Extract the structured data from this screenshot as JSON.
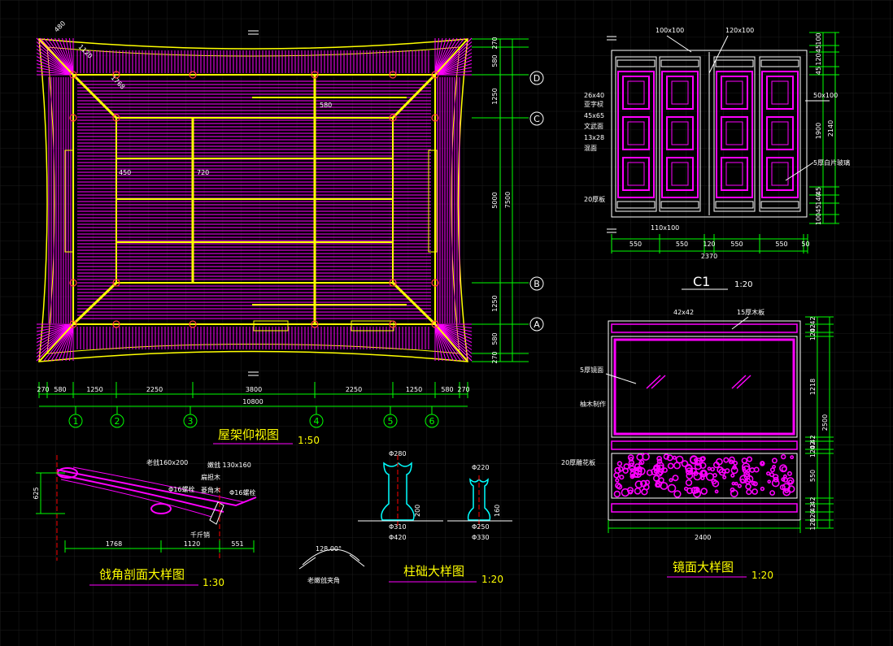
{
  "titles": {
    "roof_plan": "屋架仰视图",
    "roof_plan_scale": "1:50",
    "corner_section": "戗角剖面大样图",
    "corner_section_scale": "1:30",
    "column_base": "柱础大样图",
    "column_base_scale": "1:20",
    "mirror": "镜面大样图",
    "mirror_scale": "1:20",
    "panel_id": "C1",
    "panel_scale": "1:20"
  },
  "roof_plan": {
    "axes_x": [
      "1",
      "2",
      "3",
      "4",
      "5",
      "6"
    ],
    "axes_y": [
      "D",
      "C",
      "B",
      "A"
    ],
    "dims_bottom": [
      "270",
      "580",
      "1250",
      "2250",
      "3800",
      "2250",
      "1250",
      "580",
      "270"
    ],
    "total_width": "10800",
    "dims_right": [
      "270",
      "580",
      "1250",
      "5000",
      "1250",
      "580",
      "270"
    ],
    "total_depth": "7500",
    "labels": [
      "480",
      "1120",
      "1768",
      "580",
      "450",
      "720"
    ]
  },
  "panel_c1": {
    "top_dims": [
      "100x100",
      "120x100"
    ],
    "left_notes": [
      "26x40",
      "亚字棂",
      "45x65",
      "文武面",
      "13x28",
      "混面"
    ],
    "right_notes": [
      "50x100",
      "5厚白片玻璃"
    ],
    "bottom_notes": [
      "20厚板",
      "110x100"
    ],
    "dims_bottom": [
      "550",
      "550",
      "120",
      "550",
      "550",
      "50"
    ],
    "total": "2370",
    "dims_right": [
      "100",
      "45",
      "120",
      "45",
      "1900",
      "2140",
      "45",
      "140",
      "45",
      "100"
    ]
  },
  "mirror": {
    "top_notes": [
      "42x42",
      "15厚木板"
    ],
    "left_notes": [
      "5厚镜面",
      "柚木制作",
      "20厚雕花板"
    ],
    "width": "2400",
    "dims_right": [
      "42",
      "42",
      "120",
      "1218",
      "2500",
      "42",
      "42",
      "120",
      "550",
      "42",
      "42",
      "120",
      "120"
    ]
  },
  "corner_section": {
    "notes": [
      "老戗160x200",
      "嫩戗 130x160",
      "扁担木",
      "菱角木",
      "Φ16螺栓",
      "Φ16螺栓",
      "千斤销"
    ],
    "dims": [
      "625",
      "1768",
      "1120",
      "551"
    ],
    "angle": "128.00°",
    "angle_note": "老嫩戗夹角"
  },
  "column_base": {
    "left": [
      "Φ280",
      "Φ310",
      "Φ420",
      "200"
    ],
    "right": [
      "Φ220",
      "Φ250",
      "Φ330",
      "160"
    ]
  },
  "colors": {
    "background": "#000000",
    "magenta": "#ff00ff",
    "yellow": "#ffff00",
    "green": "#00ff00",
    "white": "#ffffff",
    "grid": "#1c1c1c"
  }
}
